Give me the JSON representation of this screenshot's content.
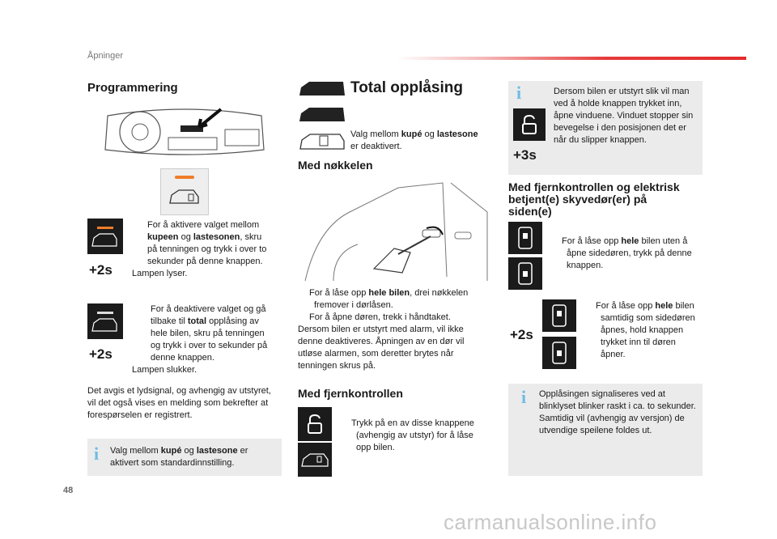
{
  "header": {
    "section": "Åpninger"
  },
  "page_number": "48",
  "watermark": "carmanualsonline.info",
  "col1": {
    "title": "Programmering",
    "p1_l1": "For å aktivere valget mellom",
    "p1_l2a": "kupeen",
    "p1_l2b": " og ",
    "p1_l2c": "lastesonen",
    "p1_l2d": ", skru",
    "p1_l3": "på tenningen og trykk i over to",
    "p1_l4": "sekunder på denne knappen.",
    "p1_l5": "Lampen lyser.",
    "p2_l1": "For å deaktivere valget og gå",
    "p2_l2a": "tilbake til ",
    "p2_l2b": "total",
    "p2_l2c": " opplåsing av",
    "p2_l3": "hele bilen, skru på tenningen",
    "p2_l4": "og trykk i over to sekunder på",
    "p2_l5": "denne knappen.",
    "p2_l6": "Lampen slukker.",
    "p3_l1": "Det avgis et lydsignal, og avhengig av utstyret,",
    "p3_l2": "vil det også vises en melding som bekrefter at",
    "p3_l3": "forespørselen er registrert.",
    "info_l1a": "Valg mellom ",
    "info_l1b": "kupé",
    "info_l1c": " og ",
    "info_l1d": "lastesone",
    "info_l1e": " er",
    "info_l2": "aktivert som standardinnstilling.",
    "timer": "+2s"
  },
  "col2": {
    "title": "Total opplåsing",
    "deact_l1a": "Valg mellom ",
    "deact_l1b": "kupé",
    "deact_l1c": " og ",
    "deact_l1d": "lastesone",
    "deact_l2": "er deaktivert.",
    "key_title": "Med nøkkelen",
    "k1_l1a": "For å låse opp ",
    "k1_l1b": "hele bilen",
    "k1_l1c": ", drei nøkkelen",
    "k1_l2": "fremover i dørlåsen.",
    "k2_l1": "For å åpne døren, trekk i håndtaket.",
    "k3_l1": "Dersom bilen er utstyrt med alarm, vil ikke",
    "k3_l2": "denne deaktiveres. Åpningen av en dør vil",
    "k3_l3": "utløse alarmen, som deretter brytes når",
    "k3_l4": "tenningen skrus på.",
    "remote_title": "Med fjernkontrollen",
    "r1_l1": "Trykk på en av disse knappene",
    "r1_l2": "(avhengig av utstyr) for å låse",
    "r1_l3": "opp bilen."
  },
  "col3": {
    "info1_l1": "Dersom bilen er utstyrt slik vil man",
    "info1_l2": "ved å holde knappen trykket inn,",
    "info1_l3": "åpne vinduene. Vinduet stopper sin",
    "info1_l4": "bevegelse i den posisjonen det er",
    "info1_l5": "når du slipper knappen.",
    "timer3": "+3s",
    "title_l1": "Med fjernkontrollen og elektrisk",
    "title_l2": "betjent(e) skyvedør(er) på",
    "title_l3": "siden(e)",
    "s1_l1a": "For å låse opp ",
    "s1_l1b": "hele",
    "s1_l1c": " bilen uten å",
    "s1_l2": "åpne sidedøren, trykk på denne",
    "s1_l3": "knappen.",
    "s2_l1a": "For å låse opp ",
    "s2_l1b": "hele",
    "s2_l1c": " bilen",
    "s2_l2": "samtidig som sidedøren",
    "s2_l3": "åpnes, hold knappen",
    "s2_l4": "trykket inn til døren",
    "s2_l5": "åpner.",
    "timer2": "+2s",
    "info2_l1": "Opplåsingen signaliseres ved at",
    "info2_l2": "blinklyset blinker raskt i ca. to sekunder.",
    "info2_l3": "Samtidig vil (avhengig av versjon) de",
    "info2_l4": "utvendige speilene foldes ut."
  },
  "bullet": "",
  "info_mark": "i",
  "colors": {
    "accent_red": "#e42b2b",
    "info_blue": "#6dbce6",
    "orange_lamp": "#f07d2a"
  }
}
